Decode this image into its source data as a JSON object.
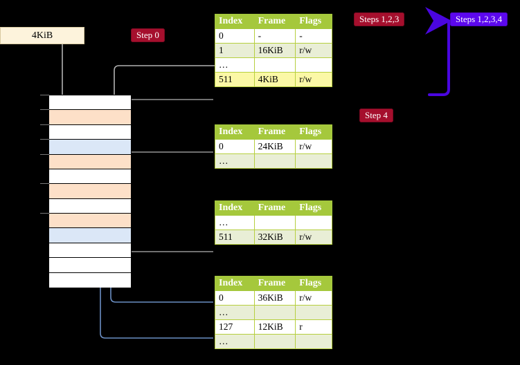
{
  "labels": {
    "kib_box": "4KiB",
    "step0": "Step 0",
    "step4": "Step 4",
    "steps123": "Steps 1,2,3",
    "steps1234": "Steps 1,2,3,4"
  },
  "colors": {
    "badge_red": "#a50f2d",
    "badge_blue": "#5c08ee",
    "table_header_green": "#a5c83c",
    "table_alt_row": "#e9eed6",
    "highlight_yellow": "#fbf8a6",
    "mem_orange": "#fde0c8",
    "mem_blue": "#dbe7f7",
    "kib_box_bg": "#fdf3dc",
    "wire_gray": "#b3b3b3",
    "wire_blue": "#6b8fc4"
  },
  "columns": [
    "Index",
    "Frame",
    "Flags"
  ],
  "tables": [
    {
      "name": "pml4-table",
      "rows": [
        {
          "index": "0",
          "frame": "-",
          "flags": "-",
          "style": "plain",
          "highlight": false
        },
        {
          "index": "1",
          "frame": "16KiB",
          "flags": "r/w",
          "style": "alt",
          "highlight": false
        },
        {
          "index": "…",
          "frame": "",
          "flags": "",
          "style": "plain",
          "highlight": false
        },
        {
          "index": "511",
          "frame": "4KiB",
          "flags": "r/w",
          "style": "alt",
          "highlight": true
        }
      ]
    },
    {
      "name": "pdpt-table",
      "rows": [
        {
          "index": "0",
          "frame": "24KiB",
          "flags": "r/w",
          "style": "plain",
          "highlight": false
        },
        {
          "index": "…",
          "frame": "",
          "flags": "",
          "style": "alt",
          "highlight": false
        }
      ]
    },
    {
      "name": "pd-table",
      "rows": [
        {
          "index": "…",
          "frame": "",
          "flags": "",
          "style": "plain",
          "highlight": false
        },
        {
          "index": "511",
          "frame": "32KiB",
          "flags": "r/w",
          "style": "alt",
          "highlight": false
        }
      ]
    },
    {
      "name": "pt-table",
      "rows": [
        {
          "index": "0",
          "frame": "36KiB",
          "flags": "r/w",
          "style": "plain",
          "highlight": false
        },
        {
          "index": "…",
          "frame": "",
          "flags": "",
          "style": "alt",
          "highlight": false
        },
        {
          "index": "127",
          "frame": "12KiB",
          "flags": "r",
          "style": "plain",
          "highlight": false
        },
        {
          "index": "…",
          "frame": "",
          "flags": "",
          "style": "alt",
          "highlight": false
        }
      ]
    }
  ],
  "memory_rows": [
    {
      "fill": "white"
    },
    {
      "fill": "orange"
    },
    {
      "fill": "white"
    },
    {
      "fill": "blue"
    },
    {
      "fill": "orange"
    },
    {
      "fill": "white"
    },
    {
      "fill": "orange"
    },
    {
      "fill": "white"
    },
    {
      "fill": "orange"
    },
    {
      "fill": "blue"
    },
    {
      "fill": "white"
    },
    {
      "fill": "white"
    },
    {
      "fill": "white"
    }
  ]
}
